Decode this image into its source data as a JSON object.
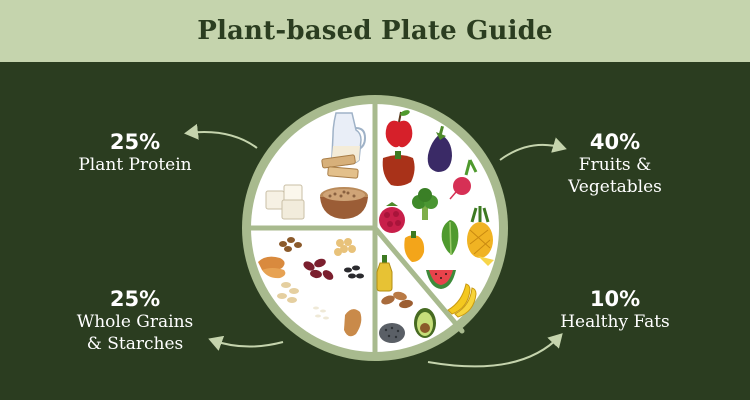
{
  "title": "Plant-based Plate Guide",
  "sections": [
    {
      "id": "protein",
      "percent": "25%",
      "name": "Plant Protein"
    },
    {
      "id": "fruits",
      "percent": "40%",
      "name_lines": [
        "Fruits &",
        "Vegetables"
      ]
    },
    {
      "id": "grains",
      "percent": "25%",
      "name_lines": [
        "Whole Grains",
        "& Starches"
      ]
    },
    {
      "id": "fats",
      "percent": "10%",
      "name": "Healthy Fats"
    }
  ],
  "colors": {
    "background": "#2b3d20",
    "header": "#c5d4ad",
    "plate_rim": "#a8ba8e",
    "plate_face": "#ffffff",
    "text": "#ffffff",
    "arrow": "#c5d4ad"
  }
}
